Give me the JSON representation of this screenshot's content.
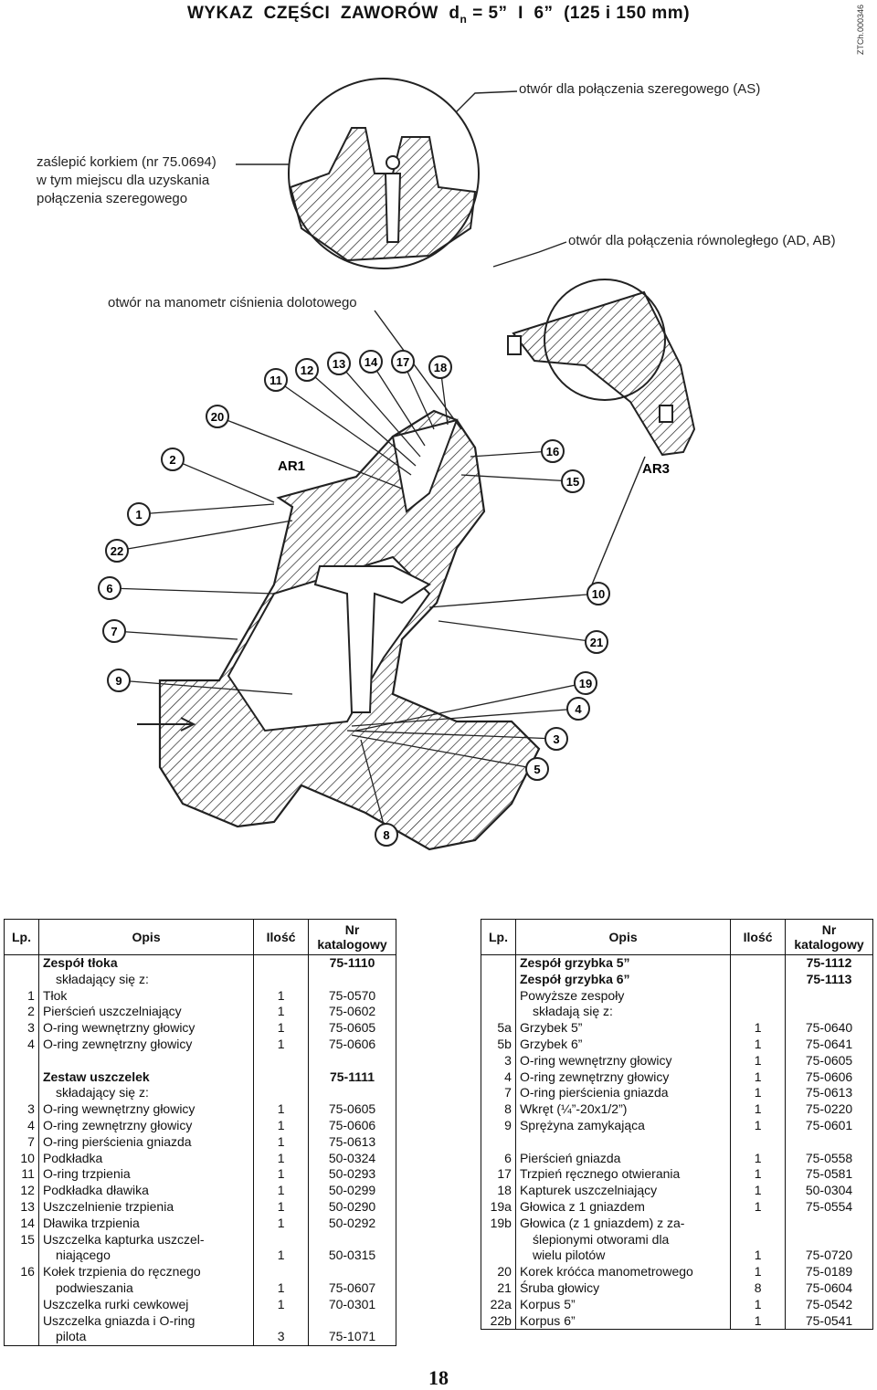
{
  "title": {
    "main": "WYKAZ  CZĘŚCI  ZAWORÓW  d",
    "sub": "n",
    "rest": " = 5”  I  6”  (125 i 150 mm)"
  },
  "doc_code": "ZTCh.000346",
  "annotations": {
    "as_port": "otwór dla połączenia szeregowego (AS)",
    "plug_line1": "zaślepić korkiem (nr 75.0694)",
    "plug_line2": "w tym miejscu dla uzyskania",
    "plug_line3": "połączenia szeregowego",
    "ad_port": "otwór dla połączenia równoległego (AD, AB)",
    "gauge_port": "otwór na manometr ciśnienia dolotowego"
  },
  "diagram": {
    "callouts": [
      "11",
      "12",
      "13",
      "14",
      "17",
      "18",
      "20",
      "2",
      "16",
      "15",
      "1",
      "22",
      "6",
      "10",
      "7",
      "21",
      "9",
      "19",
      "4",
      "3",
      "5",
      "8"
    ],
    "labels": [
      "AR1",
      "AR3"
    ]
  },
  "table_headers": {
    "lp": "Lp.",
    "opis": "Opis",
    "ilosc": "Ilość",
    "nr1": "Nr",
    "nr2": "katalogowy"
  },
  "left_rows": [
    {
      "lp": "",
      "opis": "Zespół tłoka",
      "il": "",
      "nr": "75-1110",
      "bold": true
    },
    {
      "lp": "",
      "opis": "składający się z:",
      "il": "",
      "nr": "",
      "indent": true
    },
    {
      "lp": "1",
      "opis": "Tłok",
      "il": "1",
      "nr": "75-0570"
    },
    {
      "lp": "2",
      "opis": "Pierścień uszczelniający",
      "il": "1",
      "nr": "75-0602"
    },
    {
      "lp": "3",
      "opis": "O-ring wewnętrzny głowicy",
      "il": "1",
      "nr": "75-0605"
    },
    {
      "lp": "4",
      "opis": "O-ring zewnętrzny głowicy",
      "il": "1",
      "nr": "75-0606"
    },
    {
      "lp": "",
      "opis": "",
      "il": "",
      "nr": ""
    },
    {
      "lp": "",
      "opis": "Zestaw uszczelek",
      "il": "",
      "nr": "75-1111",
      "bold": true
    },
    {
      "lp": "",
      "opis": "składający się z:",
      "il": "",
      "nr": "",
      "indent": true
    },
    {
      "lp": "3",
      "opis": "O-ring wewnętrzny głowicy",
      "il": "1",
      "nr": "75-0605"
    },
    {
      "lp": "4",
      "opis": "O-ring zewnętrzny głowicy",
      "il": "1",
      "nr": "75-0606"
    },
    {
      "lp": "7",
      "opis": "O-ring pierścienia gniazda",
      "il": "1",
      "nr": "75-0613"
    },
    {
      "lp": "10",
      "opis": "Podkładka",
      "il": "1",
      "nr": "50-0324"
    },
    {
      "lp": "11",
      "opis": "O-ring trzpienia",
      "il": "1",
      "nr": "50-0293"
    },
    {
      "lp": "12",
      "opis": "Podkładka dławika",
      "il": "1",
      "nr": "50-0299"
    },
    {
      "lp": "13",
      "opis": "Uszczelnienie trzpienia",
      "il": "1",
      "nr": "50-0290"
    },
    {
      "lp": "14",
      "opis": "Dławika trzpienia",
      "il": "1",
      "nr": "50-0292"
    },
    {
      "lp": "15",
      "opis": "Uszczelka kapturka uszczel-",
      "il": "",
      "nr": ""
    },
    {
      "lp": "",
      "opis": "niającego",
      "il": "1",
      "nr": "50-0315",
      "indent": true
    },
    {
      "lp": "16",
      "opis": "Kołek trzpienia do ręcznego",
      "il": "",
      "nr": ""
    },
    {
      "lp": "",
      "opis": "podwieszania",
      "il": "1",
      "nr": "75-0607",
      "indent": true
    },
    {
      "lp": "",
      "opis": "Uszczelka rurki cewkowej",
      "il": "1",
      "nr": "70-0301"
    },
    {
      "lp": "",
      "opis": "Uszczelka gniazda i O-ring",
      "il": "",
      "nr": ""
    },
    {
      "lp": "",
      "opis": "pilota",
      "il": "3",
      "nr": "75-1071",
      "indent": true
    }
  ],
  "right_rows": [
    {
      "lp": "",
      "opis": "Zespół grzybka 5”",
      "il": "",
      "nr": "75-1112",
      "bold": true
    },
    {
      "lp": "",
      "opis": "Zespół grzybka 6”",
      "il": "",
      "nr": "75-1113",
      "bold": true
    },
    {
      "lp": "",
      "opis": "Powyższe zespoły",
      "il": "",
      "nr": ""
    },
    {
      "lp": "",
      "opis": "składają się z:",
      "il": "",
      "nr": "",
      "indent": true
    },
    {
      "lp": "5a",
      "opis": "Grzybek 5”",
      "il": "1",
      "nr": "75-0640"
    },
    {
      "lp": "5b",
      "opis": "Grzybek 6”",
      "il": "1",
      "nr": "75-0641"
    },
    {
      "lp": "3",
      "opis": "O-ring wewnętrzny głowicy",
      "il": "1",
      "nr": "75-0605"
    },
    {
      "lp": "4",
      "opis": "O-ring zewnętrzny głowicy",
      "il": "1",
      "nr": "75-0606"
    },
    {
      "lp": "7",
      "opis": "O-ring pierścienia gniazda",
      "il": "1",
      "nr": "75-0613"
    },
    {
      "lp": "8",
      "opis": "Wkręt (¼”-20x1/2”)",
      "il": "1",
      "nr": "75-0220"
    },
    {
      "lp": "9",
      "opis": "Sprężyna zamykająca",
      "il": "1",
      "nr": "75-0601"
    },
    {
      "lp": "",
      "opis": "",
      "il": "",
      "nr": ""
    },
    {
      "lp": "6",
      "opis": "Pierścień gniazda",
      "il": "1",
      "nr": "75-0558"
    },
    {
      "lp": "17",
      "opis": "Trzpień ręcznego otwierania",
      "il": "1",
      "nr": "75-0581"
    },
    {
      "lp": "18",
      "opis": "Kapturek uszczelniający",
      "il": "1",
      "nr": "50-0304"
    },
    {
      "lp": "19a",
      "opis": "Głowica z 1 gniazdem",
      "il": "1",
      "nr": "75-0554"
    },
    {
      "lp": "19b",
      "opis": "Głowica (z 1 gniazdem) z za-",
      "il": "",
      "nr": ""
    },
    {
      "lp": "",
      "opis": "ślepionymi otworami dla",
      "il": "",
      "nr": "",
      "indent": true
    },
    {
      "lp": "",
      "opis": "wielu pilotów",
      "il": "1",
      "nr": "75-0720",
      "indent": true
    },
    {
      "lp": "20",
      "opis": "Korek króćca manometrowego",
      "il": "1",
      "nr": "75-0189"
    },
    {
      "lp": "21",
      "opis": "Śruba głowicy",
      "il": "8",
      "nr": "75-0604"
    },
    {
      "lp": "22a",
      "opis": "Korpus 5”",
      "il": "1",
      "nr": "75-0542"
    },
    {
      "lp": "22b",
      "opis": "Korpus 6”",
      "il": "1",
      "nr": "75-0541"
    }
  ],
  "page_number": "18"
}
